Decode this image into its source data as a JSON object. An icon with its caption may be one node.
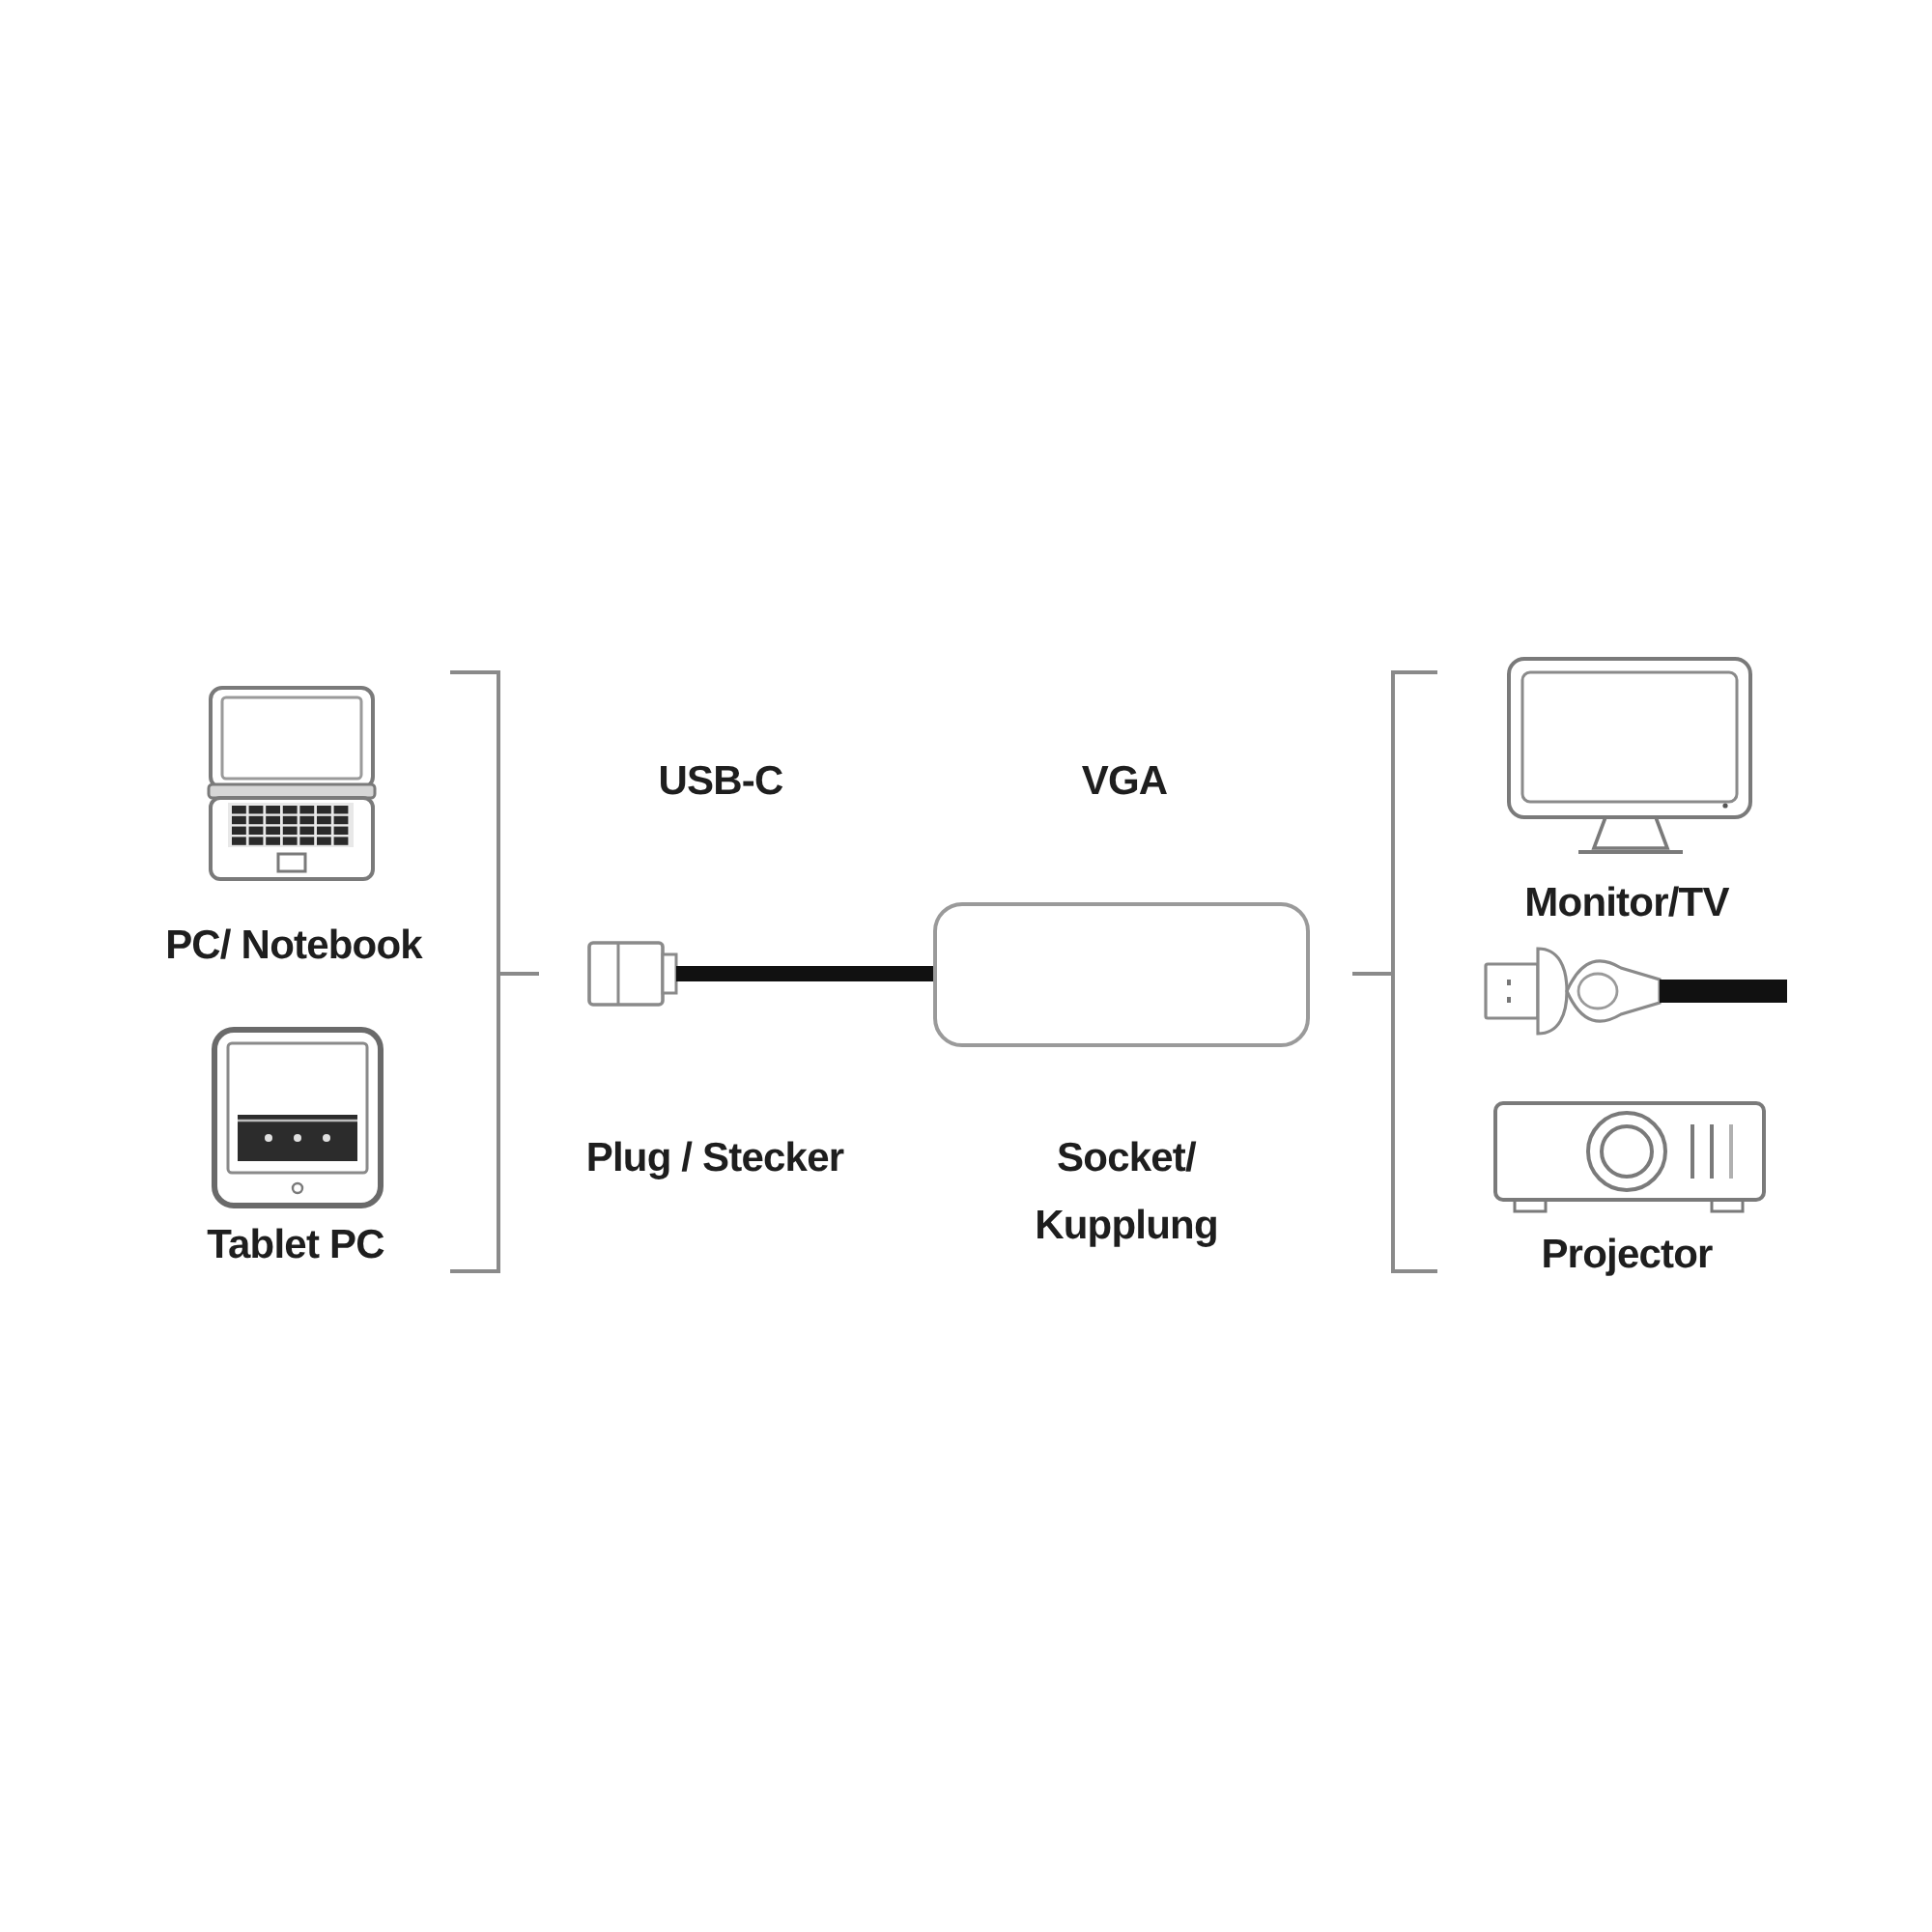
{
  "diagram": {
    "labels": [
      "PC/ Notebook",
      "Tablet PC",
      "USB-C",
      "VGA",
      "Plug / Stecker",
      "Socket/ Kupplung",
      "Monitor/TV",
      "Projector"
    ]
  }
}
